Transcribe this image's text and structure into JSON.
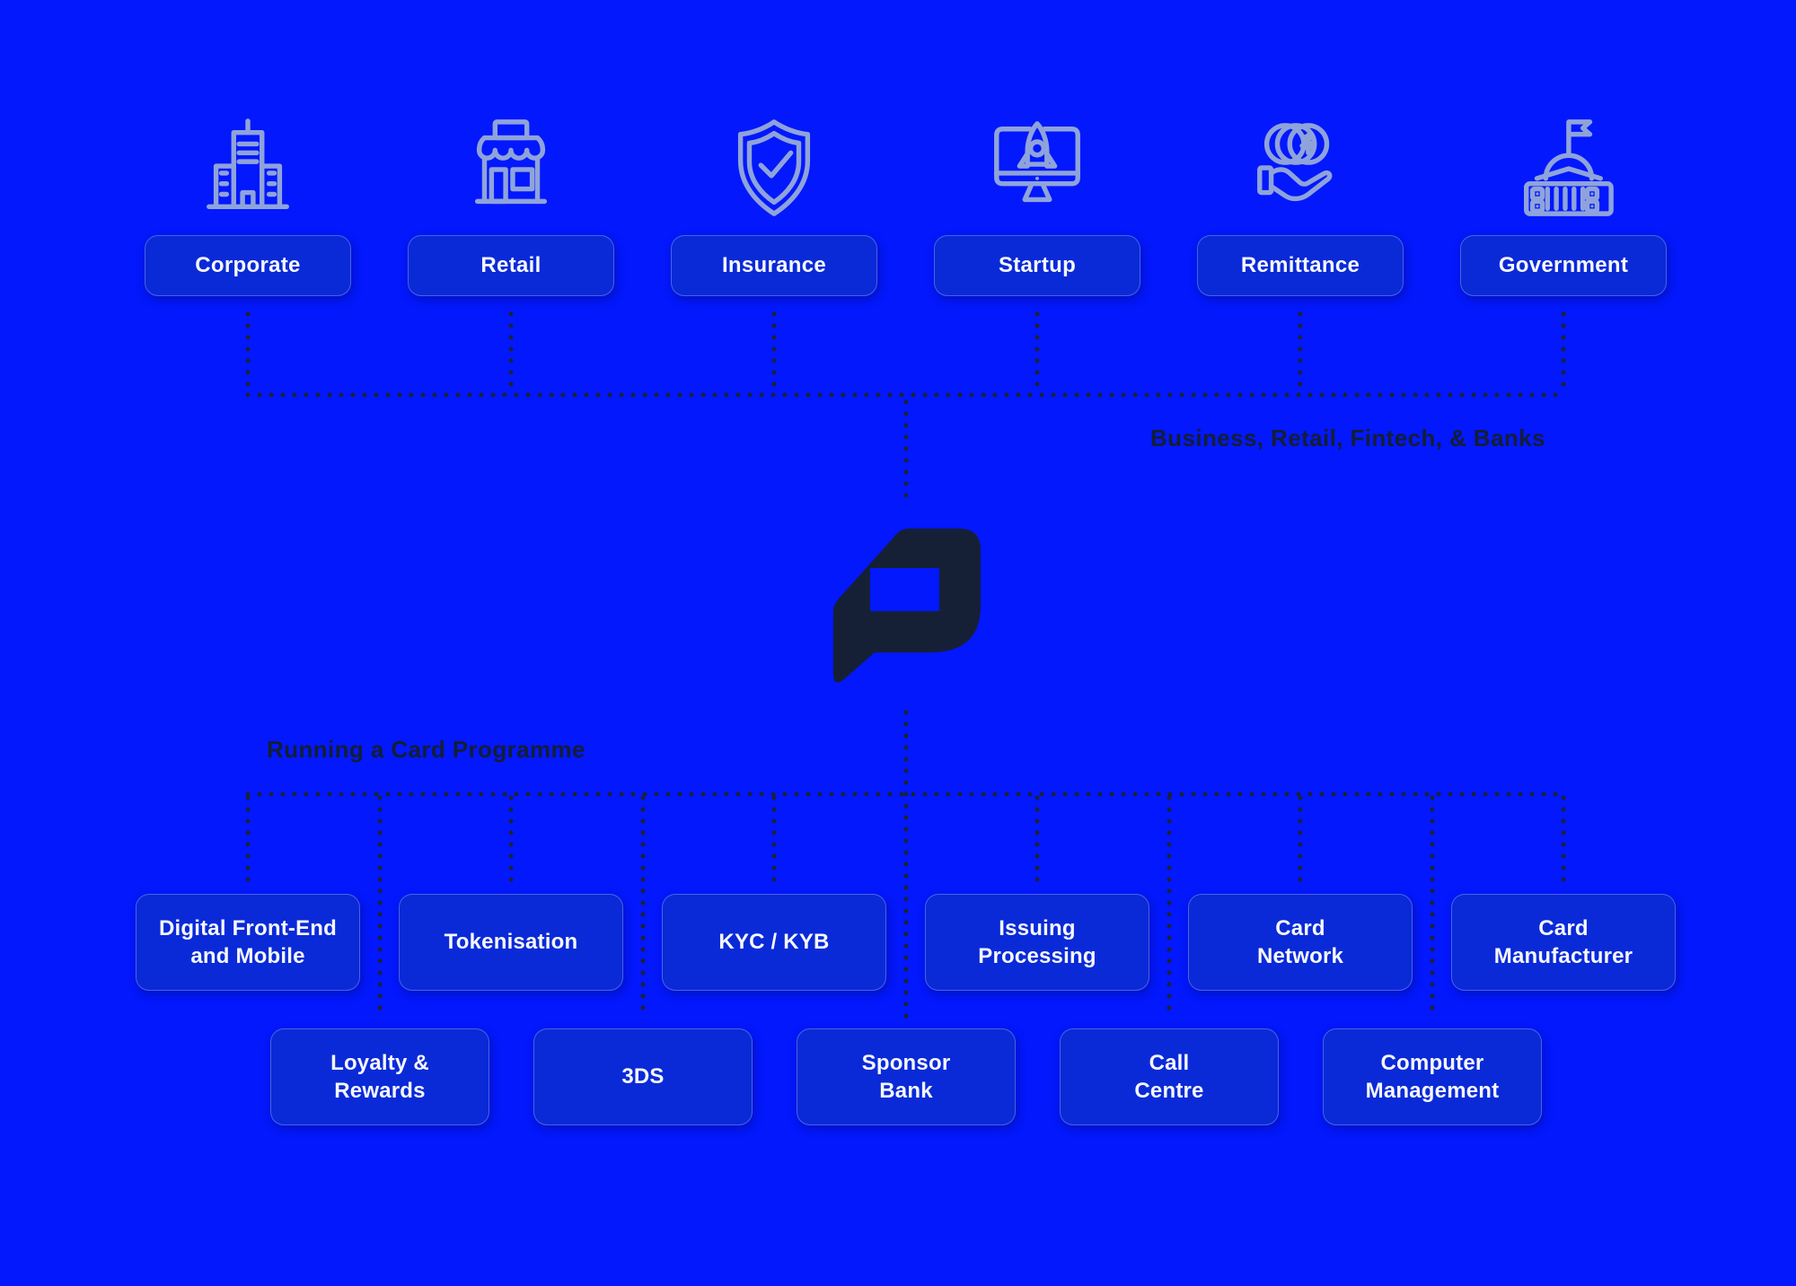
{
  "colors": {
    "background": "#0318fc",
    "node_fill": "#0a2ad7",
    "node_border": "rgba(173,192,255,0.38)",
    "node_text": "#f5f7ff",
    "icon_stroke": "#8fa3db",
    "connector_dots": "#1a2338",
    "section_label": "#141e35",
    "logo_fill": "#152036"
  },
  "top_row": {
    "label": "Business, Retail, Fintech, & Banks",
    "items": [
      {
        "label": "Corporate",
        "icon": "corporate-building-icon"
      },
      {
        "label": "Retail",
        "icon": "retail-storefront-icon"
      },
      {
        "label": "Insurance",
        "icon": "insurance-shield-check-icon"
      },
      {
        "label": "Startup",
        "icon": "startup-rocket-monitor-icon"
      },
      {
        "label": "Remittance",
        "icon": "remittance-hand-coins-icon"
      },
      {
        "label": "Government",
        "icon": "government-capitol-icon"
      }
    ]
  },
  "center": {
    "logo": "paymentology-logo"
  },
  "bottom_section": {
    "label": "Running a Card Programme",
    "row1": [
      {
        "label": "Digital Front-End\nand Mobile"
      },
      {
        "label": "Tokenisation"
      },
      {
        "label": "KYC / KYB"
      },
      {
        "label": "Issuing\nProcessing"
      },
      {
        "label": "Card\nNetwork"
      },
      {
        "label": "Card\nManufacturer"
      }
    ],
    "row2": [
      {
        "label": "Loyalty &\nRewards"
      },
      {
        "label": "3DS"
      },
      {
        "label": "Sponsor\nBank"
      },
      {
        "label": "Call\nCentre"
      },
      {
        "label": "Computer\nManagement"
      }
    ]
  }
}
